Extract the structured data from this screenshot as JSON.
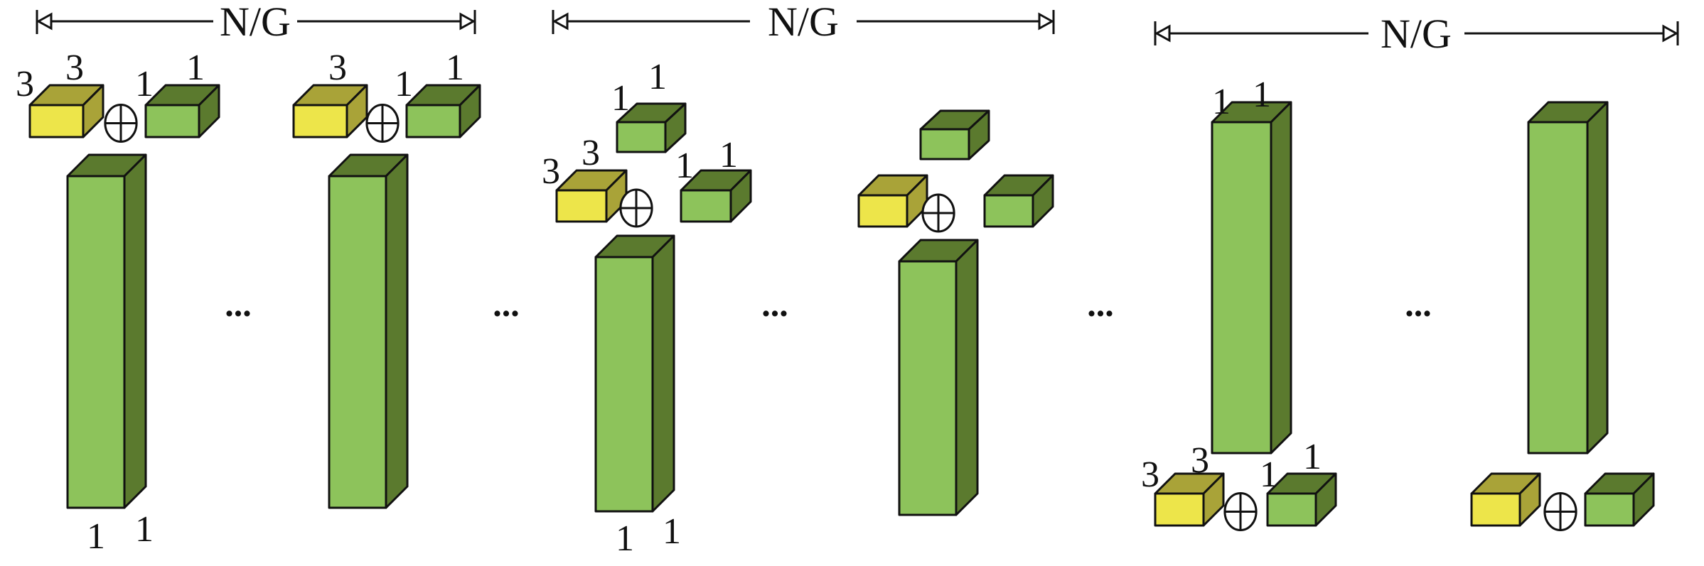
{
  "groups": [
    {
      "span_label": "N/G",
      "ellipsis": [
        "...",
        "..."
      ],
      "dims": {
        "yellow": [
          "3",
          "3"
        ],
        "green": [
          "1",
          "1"
        ],
        "column_bottom": [
          "1",
          "1"
        ],
        "second_yellow": [
          "3"
        ],
        "second_green": [
          "1",
          "1"
        ]
      }
    },
    {
      "span_label": "N/G",
      "ellipsis": [
        "...",
        "..."
      ],
      "dims": {
        "top_green": [
          "1",
          "1"
        ],
        "yellow": [
          "3",
          "3"
        ],
        "green": [
          "1",
          "1"
        ],
        "column_bottom": [
          "1",
          "1"
        ]
      }
    },
    {
      "span_label": "N/G",
      "ellipsis": [
        "..."
      ],
      "dims": {
        "column_top": [
          "1",
          "1"
        ],
        "yellow": [
          "3",
          "3"
        ],
        "green": [
          "1",
          "1"
        ]
      }
    }
  ],
  "colors": {
    "yellow_front": "#ede54a",
    "yellow_side": "#a9a338",
    "green_front": "#8dc35b",
    "green_side": "#5b7a2e",
    "stroke": "#111111"
  }
}
